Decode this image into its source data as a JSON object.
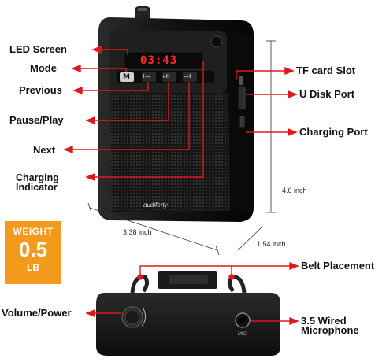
{
  "labels": {
    "led_screen": "LED Screen",
    "mode": "Mode",
    "previous": "Previous",
    "pause_play": "Pause/Play",
    "next": "Next",
    "charging_indicator": "Charging Indicator",
    "tf_card_slot": "TF card Slot",
    "u_disk_port": "U Disk Port",
    "charging_port": "Charging Port",
    "belt_placement": "Belt Placement",
    "volume_power": "Volume/Power",
    "wired_microphone": "3.5 Wired Microphone"
  },
  "dimensions": {
    "height": "4.6 inch",
    "width": "3.38 inch",
    "depth": "1.54 inch"
  },
  "weight": {
    "title": "WEIGHT",
    "value": "0.5",
    "unit": "LB"
  },
  "device": {
    "brand": "audiferty",
    "display": "03:43",
    "mode_button": "M",
    "prev_button": "I◂◂",
    "play_button": "▸II",
    "next_button": "▸▸I",
    "mic_port_label": "MIC"
  },
  "colors": {
    "pointer": "#e0181b",
    "badge": "#f39a1c",
    "device_body": "#1a1a1a"
  }
}
